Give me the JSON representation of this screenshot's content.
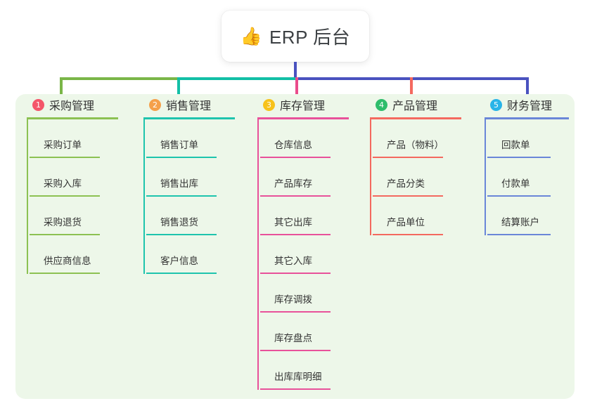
{
  "root": {
    "icon": "thumbs-up-icon",
    "emoji": "👍",
    "label": "ERP 后台"
  },
  "panel": {
    "background_color": "#edf7e9"
  },
  "connectors": {
    "stem_color": "#4a52bf",
    "segments": [
      {
        "name": "left-green",
        "color": "#7ab648"
      },
      {
        "name": "mid-teal",
        "color": "#13bfa6"
      },
      {
        "name": "right-blue",
        "color": "#4a52bf"
      }
    ],
    "drops": [
      {
        "name": "drop-col-1",
        "color": "#7ab648"
      },
      {
        "name": "drop-col-2",
        "color": "#13bfa6"
      },
      {
        "name": "drop-col-3",
        "color": "#ea4c8b"
      },
      {
        "name": "drop-col-4",
        "color": "#f4695f"
      },
      {
        "name": "drop-col-5",
        "color": "#4a52bf"
      }
    ]
  },
  "columns": [
    {
      "number": "1",
      "title": "采购管理",
      "badge_color": "#f4566a",
      "line_color": "#8cc152",
      "items": [
        {
          "label": "采购订单"
        },
        {
          "label": "采购入库"
        },
        {
          "label": "采购退货"
        },
        {
          "label": "供应商信息"
        }
      ]
    },
    {
      "number": "2",
      "title": "销售管理",
      "badge_color": "#f5a04a",
      "line_color": "#1ec4ad",
      "items": [
        {
          "label": "销售订单"
        },
        {
          "label": "销售出库"
        },
        {
          "label": "销售退货"
        },
        {
          "label": "客户信息"
        }
      ]
    },
    {
      "number": "3",
      "title": "库存管理",
      "badge_color": "#f7c21b",
      "line_color": "#e8519a",
      "items": [
        {
          "label": "仓库信息"
        },
        {
          "label": "产品库存"
        },
        {
          "label": "其它出库"
        },
        {
          "label": "其它入库"
        },
        {
          "label": "库存调拨"
        },
        {
          "label": "库存盘点"
        },
        {
          "label": "出库库明细"
        }
      ]
    },
    {
      "number": "4",
      "title": "产品管理",
      "badge_color": "#2ebd6b",
      "line_color": "#f4695f",
      "items": [
        {
          "label": "产品（物料）"
        },
        {
          "label": "产品分类"
        },
        {
          "label": "产品单位"
        }
      ]
    },
    {
      "number": "5",
      "title": "财务管理",
      "badge_color": "#28b4e8",
      "line_color": "#6a86d8",
      "items": [
        {
          "label": "回款单"
        },
        {
          "label": "付款单"
        },
        {
          "label": "结算账户"
        }
      ]
    }
  ]
}
